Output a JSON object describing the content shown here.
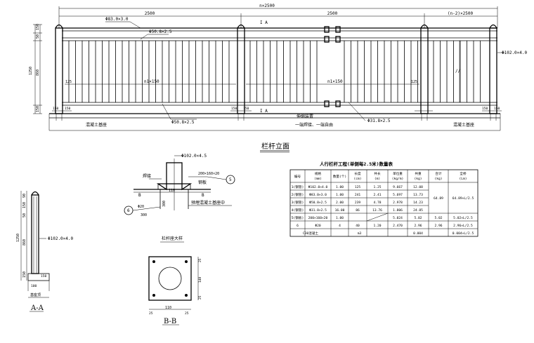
{
  "elevation": {
    "title": "栏杆立面",
    "dims": {
      "total": "n×2500",
      "span1": "2500",
      "span2": "2500",
      "span3": "(n-2)×2500",
      "h1": "150",
      "h2": "50",
      "h3": "1250",
      "h4": "860",
      "h5": "150",
      "p1": "125",
      "p2": "125",
      "base_l1": "150",
      "base_l2": "150",
      "base_r1": "150",
      "base_r2": "150",
      "mid1": "150",
      "mid2": "150"
    },
    "labels": {
      "top_rail": "Φ83.0×3.0",
      "mid_rail": "Φ50.8×2.5",
      "bot_rail": "Φ50.8×2.5",
      "post": "Φ102.0×4.0",
      "baluster": "Φ31.8×2.5",
      "bal_count1": "n1×150",
      "bal_count2": "n1×150",
      "section_mark1": "I A",
      "section_mark2": "I A",
      "expansion": "伸缩装置",
      "expansion_note": "一端焊接、一端自由",
      "base_left": "混凝土基座",
      "base_right": "混凝土基座"
    }
  },
  "section_aa": {
    "title": "A-A",
    "post": "Φ102.0×4.0",
    "base": "基座顶",
    "d1": "90",
    "d2": "150",
    "d3": "50",
    "d4": "1250",
    "d5": "860",
    "d6": "150",
    "d7": "100",
    "d8": "150"
  },
  "post_detail": {
    "title": "栏杆座大样",
    "pipe": "Φ102.0×4.5",
    "weld": "焊接",
    "plate": "200×160×20",
    "plate_label": "钢板",
    "anchor": "Φ20",
    "anchor_len": "300",
    "width": "110",
    "depth": "300",
    "embed": "预埋混凝土基座中",
    "mark_b1": "B",
    "mark_b2": "B",
    "callout5": "5",
    "callout6": "6"
  },
  "section_bb": {
    "title": "B-B",
    "w_total": "110",
    "w_side1": "25",
    "w_side2": "25",
    "h_a": "25",
    "h_b": "140",
    "h_c": "25"
  },
  "table": {
    "title": "人行栏杆工程(单侧每2.5米)数量表",
    "headers": [
      "编号",
      "规格\n(mm)",
      "数量(个)",
      "长度\n(cm)",
      "共长\n(m)",
      "单位重\n(kg/m)",
      "共重\n(kg)",
      "合计\n(kg)",
      "全桥\n(Lm)"
    ],
    "rows": [
      [
        "1(钢管)",
        "Φ102.0×4.0",
        "1.00",
        "125",
        "1.25",
        "9.667",
        "12.08",
        "",
        ""
      ],
      [
        "2(钢管)",
        "Φ83.0×3.0",
        "1.00",
        "241",
        "2.41",
        "5.697",
        "13.73",
        "",
        ""
      ],
      [
        "3(钢管)",
        "Φ50.8×2.5",
        "2.00",
        "239",
        "4.78",
        "2.978",
        "14.23",
        "",
        ""
      ],
      [
        "4(钢管)",
        "Φ31.8×2.5",
        "16.00",
        "86",
        "13.76",
        "1.806",
        "24.85",
        "",
        ""
      ],
      [
        "5(钢板)",
        "200×160×20",
        "1.00",
        "",
        "",
        "5.024",
        "5.02",
        "5.02",
        "5.02×L/2.5"
      ],
      [
        "6",
        "Φ20",
        "4",
        "40",
        "1.20",
        "2.470",
        "2.96",
        "2.96",
        "2.96×L/2.5"
      ]
    ],
    "merged_total": "64.89",
    "merged_bridge": "64.89×L/2.5",
    "last_row": {
      "name": "C30混凝土",
      "unit": "m3",
      "value": "0.004",
      "bridge": "0.004×L/2.5"
    }
  }
}
